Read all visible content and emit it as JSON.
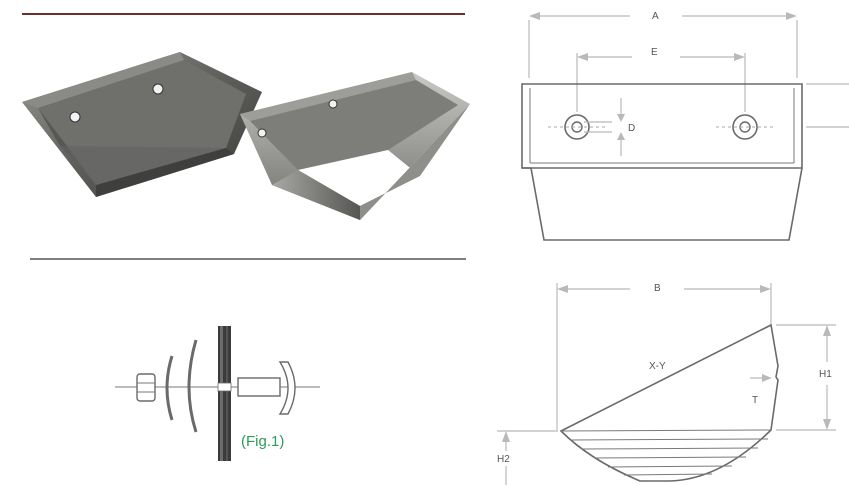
{
  "diagram": {
    "dimensions": {
      "A": "A",
      "E": "E",
      "D": "D",
      "B": "B",
      "XY": "X-Y",
      "H1": "H1",
      "T": "T",
      "H2": "H2"
    },
    "bolt_figure": {
      "caption": "(Fig.1)"
    }
  },
  "colors": {
    "rule": "#6b2f2f",
    "caption": "#2f9a5a",
    "dimension_line": "#b9b9b9",
    "outline": "#6a6a6a",
    "steel_light": "#bfbfbd",
    "steel_dark": "#4a4a48"
  }
}
